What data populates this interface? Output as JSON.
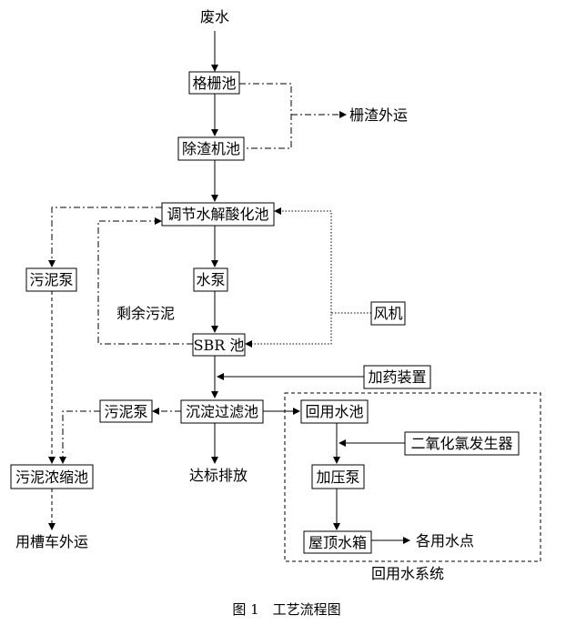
{
  "labels": {
    "wastewater": "废水",
    "grid_tank": "格栅池",
    "slag_tank": "除渣机池",
    "grid_residue": "栅渣外运",
    "hydrolysis_tank": "调节水解酸化池",
    "sludge_pump_left": "污泥泵",
    "water_pump": "水泵",
    "excess_sludge": "剩余污泥",
    "blower": "风机",
    "sbr_tank": "SBR 池",
    "dosing_device": "加药装置",
    "sludge_pump_mid": "污泥泵",
    "sed_filter_tank": "沉淀过滤池",
    "reuse_tank": "回用水池",
    "clo2_generator": "二氧化氯发生器",
    "sludge_thickener": "污泥浓缩池",
    "discharge": "达标排放",
    "booster_pump": "加压泵",
    "roof_tank": "屋顶水箱",
    "reuse_points": "各用水点",
    "tanker": "用槽车外运",
    "reuse_system": "回用水系统",
    "caption": "图 1　工艺流程图"
  }
}
